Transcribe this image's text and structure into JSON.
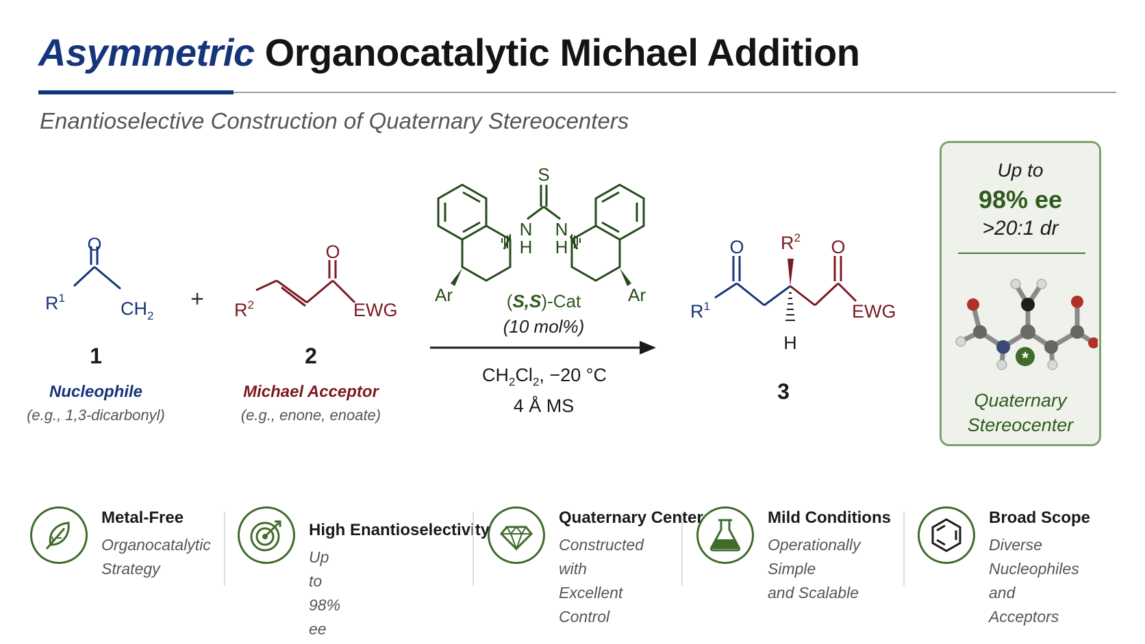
{
  "title": {
    "accent": "Asymmetric",
    "rest": "Organocatalytic Michael Addition"
  },
  "subtitle": "Enantioselective Construction of Quaternary Stereocenters",
  "colors": {
    "navy": "#15357a",
    "maroon": "#7a1a22",
    "green": "#2f5a1e"
  },
  "reactant1": {
    "number": "1",
    "role": "Nucleophile",
    "example": "(e.g., 1,3-dicarbonyl)",
    "atoms": {
      "o": "O",
      "r": "R",
      "r_sup": "1",
      "ch": "CH",
      "ch_sub": "2"
    }
  },
  "plus": "+",
  "reactant2": {
    "number": "2",
    "role": "Michael Acceptor",
    "example": "(e.g., enone, enoate)",
    "atoms": {
      "o": "O",
      "r": "R",
      "r_sup": "2",
      "ewg": "EWG"
    }
  },
  "catalyst": {
    "name_italic": "S,S",
    "name_rest": "-Cat",
    "loading": "(10 mol%)",
    "atoms": {
      "s": "S",
      "n": "N",
      "h": "H",
      "ar": "Ar"
    }
  },
  "conditions": {
    "solvent_a": "CH",
    "solvent_a_sub": "2",
    "solvent_b": "Cl",
    "solvent_b_sub": "2",
    "solvent_tail": ", −20 °C",
    "additive": "4 Å MS"
  },
  "product": {
    "number": "3",
    "atoms": {
      "o": "O",
      "r1": "R",
      "r1_sup": "1",
      "r2": "R",
      "r2_sup": "2",
      "h": "H",
      "ewg": "EWG"
    }
  },
  "highlight_card": {
    "line1": "Up to",
    "ee": "98% ee",
    "dr": ">20:1 dr",
    "star": "*",
    "caption_1": "Quaternary",
    "caption_2": "Stereocenter"
  },
  "features": [
    {
      "icon": "leaf-icon",
      "title": "Metal-Free",
      "desc_1": "Organocatalytic",
      "desc_2": "Strategy"
    },
    {
      "icon": "target-icon",
      "title": "High Enantioselectivity",
      "desc_1": "Up to 98% ee",
      "desc_2": ""
    },
    {
      "icon": "diamond-icon",
      "title": "Quaternary Center",
      "desc_1": "Constructed with",
      "desc_2": "Excellent Control"
    },
    {
      "icon": "flask-icon",
      "title": "Mild Conditions",
      "desc_1": "Operationally Simple",
      "desc_2": "and Scalable"
    },
    {
      "icon": "benzene-icon",
      "title": "Broad Scope",
      "desc_1": "Diverse Nucleophiles",
      "desc_2": "and Acceptors"
    }
  ]
}
